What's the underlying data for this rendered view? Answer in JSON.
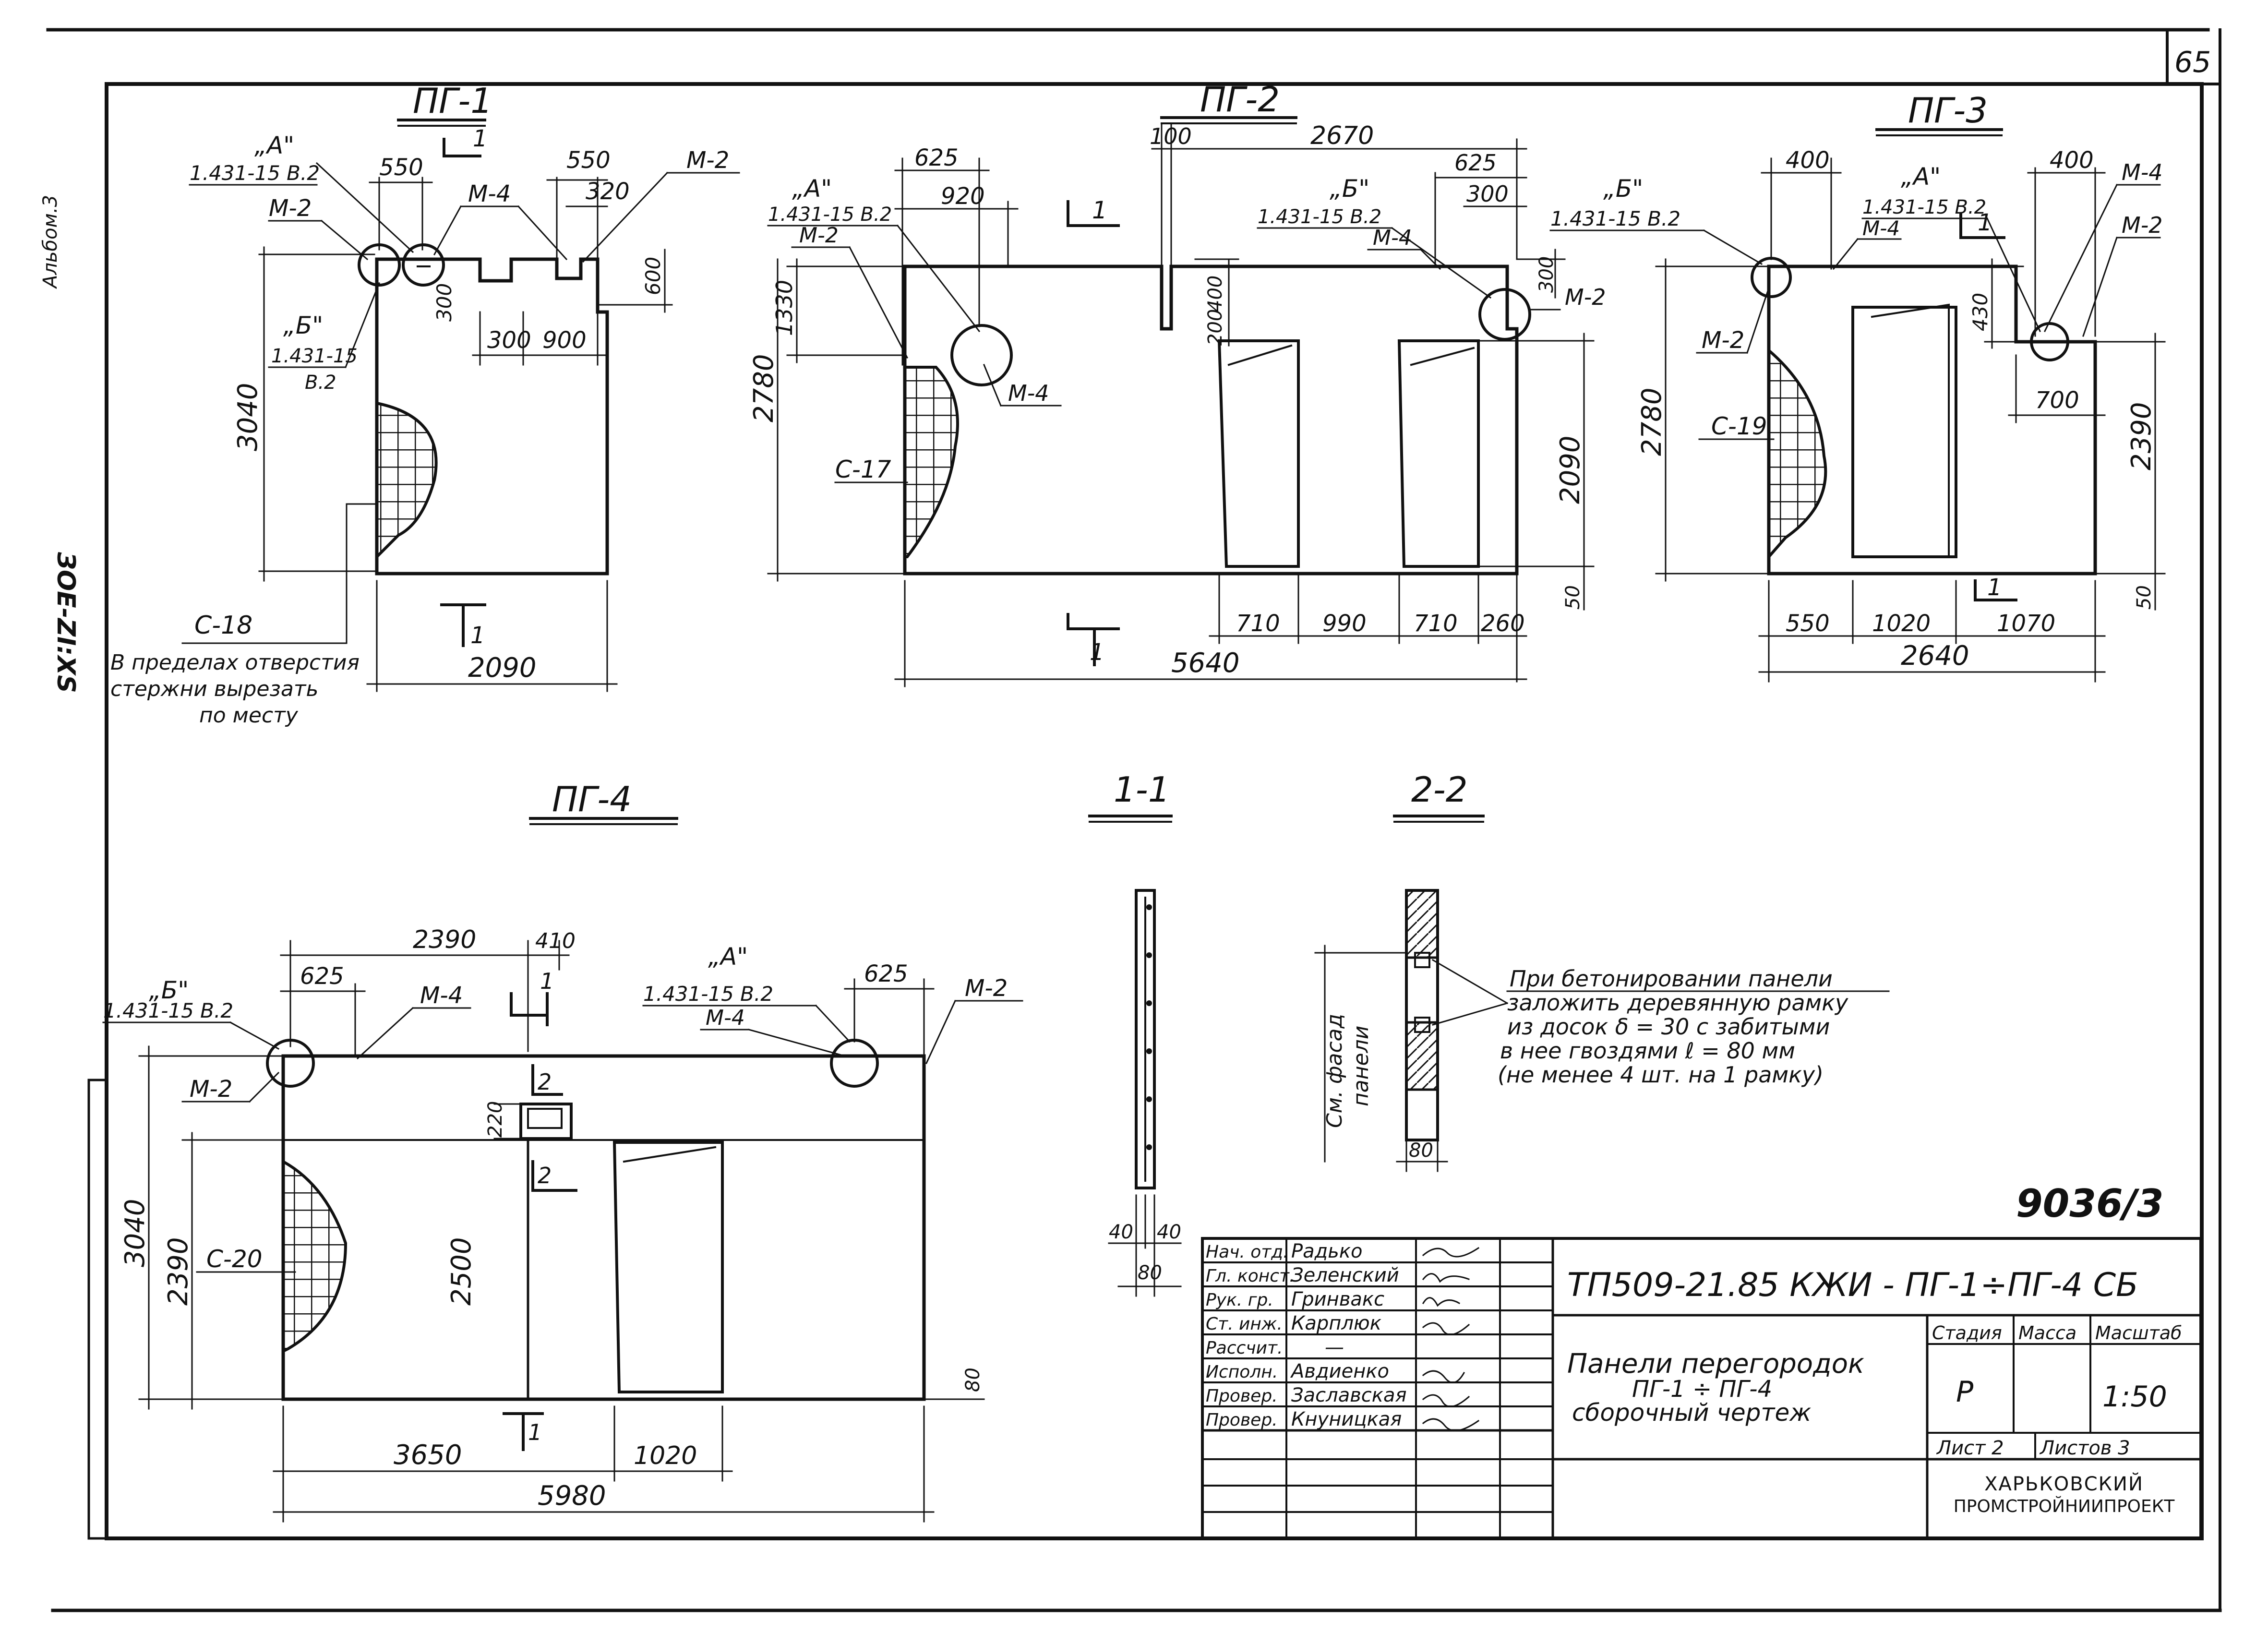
{
  "sheet": {
    "page_number": "65",
    "album": "Альбом.3",
    "copy_stamp": "ЗОЕ-ZI:XS",
    "inventory_number": "9036/3"
  },
  "views": {
    "pg1": "ПГ-1",
    "pg2": "ПГ-2",
    "pg3": "ПГ-3",
    "pg4": "ПГ-4",
    "sec11": "1-1",
    "sec22": "2-2"
  },
  "refs": {
    "a": "„А\"",
    "b": "„Б\"",
    "doc": "1.431-15 В.2",
    "doc_short1": "1.431-15",
    "doc_short2": "В.2",
    "m2": "М-2",
    "m4": "М-4",
    "c17": "С-17",
    "c18": "С-18",
    "c19": "С-19",
    "c20": "С-20",
    "cut1": "1",
    "cut2": "2"
  },
  "dims": {
    "pg1": {
      "a": "550",
      "b": "550",
      "c": "320",
      "d": "300",
      "e": "300",
      "f": "900",
      "g": "600",
      "h": "3040",
      "w": "2090"
    },
    "pg2": {
      "a": "100",
      "b": "2670",
      "c": "625",
      "d": "920",
      "e": "625",
      "f": "300",
      "g": "300",
      "h": "1330",
      "i": "400",
      "j": "200",
      "k": "2780",
      "l": "2090",
      "m": "50",
      "n": "710",
      "o": "990",
      "p": "710",
      "q": "260",
      "w": "5640"
    },
    "pg3": {
      "a": "400",
      "b": "400",
      "c": "430",
      "d": "700",
      "e": "2780",
      "f": "2390",
      "g": "50",
      "h": "550",
      "i": "1020",
      "j": "1070",
      "w": "2640"
    },
    "pg4": {
      "a": "2390",
      "b": "410",
      "c": "625",
      "d": "625",
      "e": "220",
      "f": "3040",
      "g": "2390",
      "h": "2500",
      "i": "80",
      "j": "3650",
      "k": "1020",
      "w": "5980"
    },
    "sec": {
      "a": "40",
      "b": "40",
      "c": "80",
      "d": "80"
    }
  },
  "notes": {
    "pg1_line1": "В пределах отверстия",
    "pg1_line2": "стержни вырезать",
    "pg1_line3": "по месту",
    "sec_line1": "При бетонировании панели",
    "sec_line2": "заложить деревянную рамку",
    "sec_line3": "из досок δ = 30 с забитыми",
    "sec_line4": "в нее гвоздями ℓ = 80 мм",
    "sec_line5": "(не менее 4 шт. на 1 рамку)",
    "facade_1": "См. фасад",
    "facade_2": "панели"
  },
  "title_block": {
    "roles": [
      "Нач. отд.",
      "Гл. конст.",
      "Рук. гр.",
      "Ст. инж.",
      "Рассчит.",
      "Исполн.",
      "Провер.",
      "Провер."
    ],
    "names": [
      "Радько",
      "Зеленский",
      "Гринвакс",
      "Карплюк",
      "—",
      "Авдиенко",
      "Заславская",
      "Кнуницкая"
    ],
    "code": "ТП509-21.85 КЖИ - ПГ-1÷ПГ-4 СБ",
    "title1": "Панели перегородок",
    "title2": "ПГ-1 ÷ ПГ-4",
    "title3": "сборочный чертеж",
    "stage_label": "Стадия",
    "mass_label": "Масса",
    "scale_label": "Масштаб",
    "stage": "Р",
    "scale": "1:50",
    "sheet": "Лист 2",
    "sheets": "Листов 3",
    "org1": "Харьковский",
    "org2": "Промстройниипроект"
  }
}
